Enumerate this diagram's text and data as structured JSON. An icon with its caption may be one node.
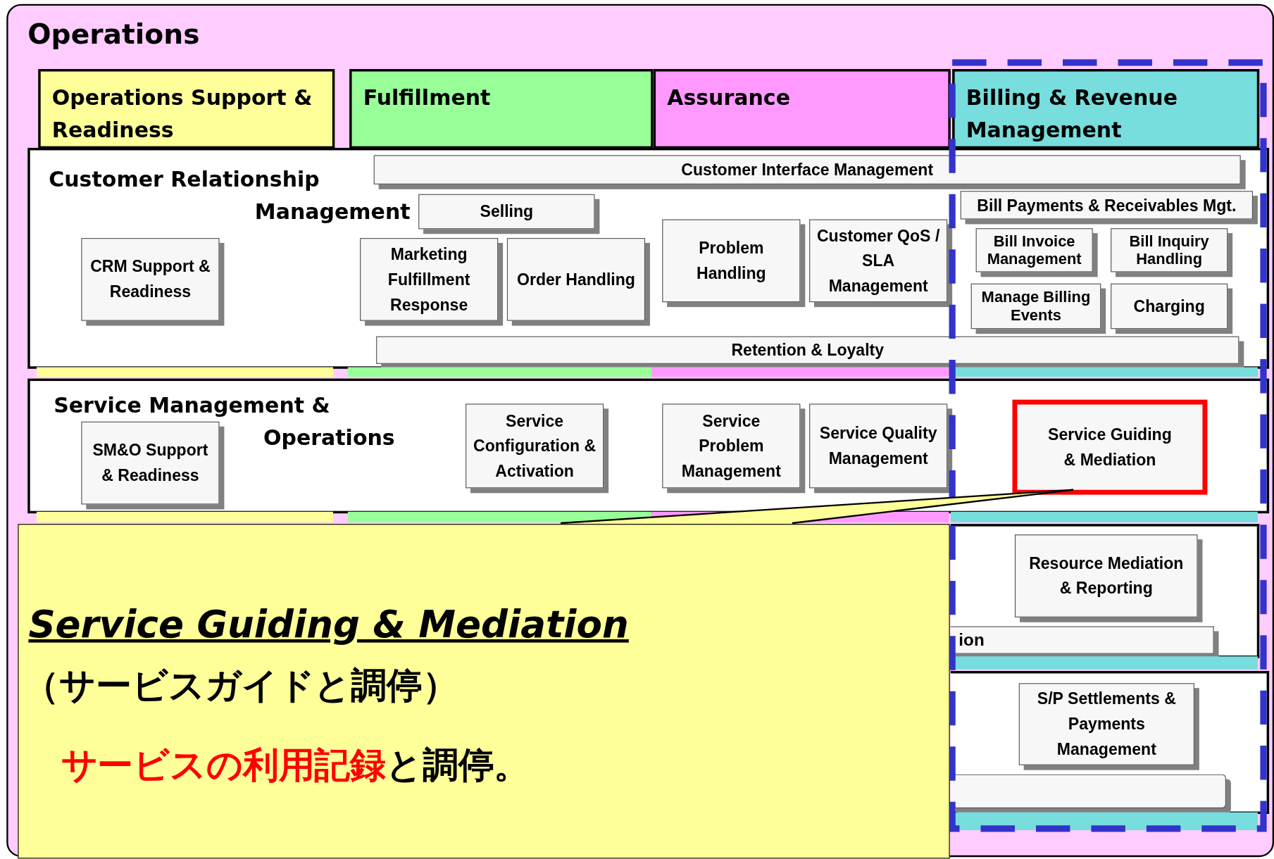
{
  "diagram": {
    "nodes": [
      {
        "text": [
          "Operations"
        ]
      },
      {
        "text": [
          "Operations Support & Readiness"
        ],
        "in": 0
      },
      {
        "text": [
          "Fulfillment"
        ],
        "in": 0
      },
      {
        "text": [
          "Assurance"
        ],
        "in": 0
      },
      {
        "text": [
          "Billing & Revenue Management"
        ],
        "in": 0
      },
      {
        "text": [
          "Customer Relationship Management"
        ],
        "in": 0
      },
      {
        "text": [
          "Customer Interface Management"
        ],
        "in": 5
      },
      {
        "text": [
          "Selling"
        ],
        "in": 5
      },
      {
        "text": [
          "CRM Support & Readiness"
        ],
        "in": 5
      },
      {
        "text": [
          "Marketing Fulfillment Response"
        ],
        "in": 5
      },
      {
        "text": [
          "Order Handling"
        ],
        "in": 5
      },
      {
        "text": [
          "Problem Handling"
        ],
        "in": 5
      },
      {
        "text": [
          "Customer QoS / SLA Management"
        ],
        "in": 5
      },
      {
        "text": [
          "Bill Payments & Receivables Mgt."
        ],
        "in": 5
      },
      {
        "text": [
          "Bill Invoice Management"
        ],
        "in": 5
      },
      {
        "text": [
          "Bill Inquiry Handling"
        ],
        "in": 5
      },
      {
        "text": [
          "Manage Billing Events"
        ],
        "in": 5
      },
      {
        "text": [
          "Charging"
        ],
        "in": 5
      },
      {
        "text": [
          "Retention & Loyalty"
        ],
        "in": 5
      },
      {
        "text": [
          "Service Management & Operations"
        ],
        "in": 0
      },
      {
        "text": [
          "SM&O Support & Readiness"
        ],
        "in": 19
      },
      {
        "text": [
          "Service Configuration & Activation"
        ],
        "in": 19
      },
      {
        "text": [
          "Service Problem Management"
        ],
        "in": 19
      },
      {
        "text": [
          "Service Quality Management"
        ],
        "in": 19
      },
      {
        "text": [
          "Service Guiding & Mediation"
        ],
        "in": 19
      },
      {
        "text": [],
        "shape": "box",
        "in": 0
      },
      {
        "text": [
          "Resource Mediation & Reporting"
        ],
        "in": 25
      },
      {
        "text": [
          "ion"
        ],
        "in": 25
      },
      {
        "text": [],
        "shape": "box",
        "in": 0
      },
      {
        "text": [
          "S/P Settlements & Payments Management"
        ],
        "in": 28
      },
      {
        "text": [],
        "shape": "bar",
        "in": 28
      },
      {
        "text": [
          "Service Guiding & Mediation",
          "（サービスガイドと調停）",
          "**サービスの利用記録**と調停。"
        ],
        "in": 0
      }
    ],
    "edges": [
      {
        "from": 31,
        "to": 24,
        "arrow": "none"
      }
    ]
  }
}
